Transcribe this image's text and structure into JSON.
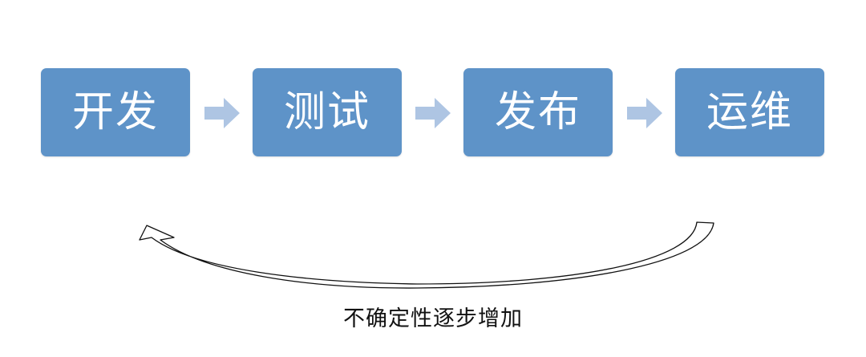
{
  "steps": [
    {
      "label": "开发"
    },
    {
      "label": "测试"
    },
    {
      "label": "发布"
    },
    {
      "label": "运维"
    }
  ],
  "feedback": {
    "caption": "不确定性逐步增加"
  },
  "colors": {
    "box_fill": "#5e93c8",
    "box_text": "#ffffff",
    "arrow_fill": "#aec5e3",
    "curve_stroke": "#111111"
  }
}
